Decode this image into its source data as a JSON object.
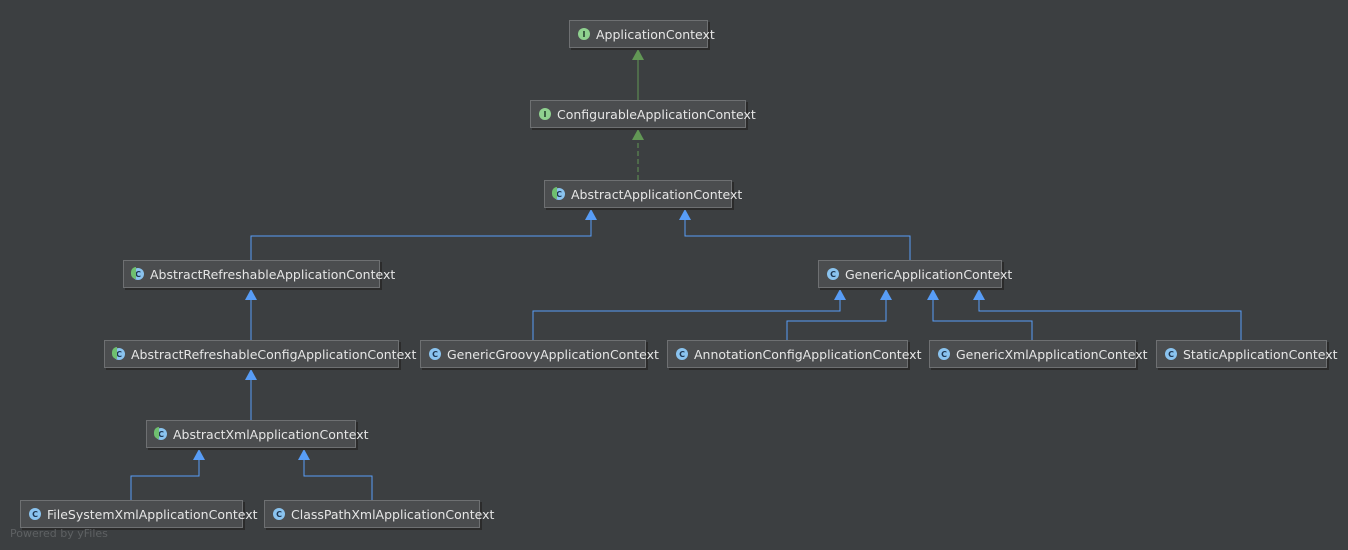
{
  "diagram": {
    "nodes": [
      {
        "id": "ApplicationContext",
        "label": "ApplicationContext",
        "kind": "interface"
      },
      {
        "id": "ConfigurableApplicationContext",
        "label": "ConfigurableApplicationContext",
        "kind": "interface"
      },
      {
        "id": "AbstractApplicationContext",
        "label": "AbstractApplicationContext",
        "kind": "abstract-class"
      },
      {
        "id": "AbstractRefreshableApplicationContext",
        "label": "AbstractRefreshableApplicationContext",
        "kind": "abstract-class"
      },
      {
        "id": "GenericApplicationContext",
        "label": "GenericApplicationContext",
        "kind": "class"
      },
      {
        "id": "AbstractRefreshableConfigApplicationContext",
        "label": "AbstractRefreshableConfigApplicationContext",
        "kind": "abstract-class"
      },
      {
        "id": "GenericGroovyApplicationContext",
        "label": "GenericGroovyApplicationContext",
        "kind": "class"
      },
      {
        "id": "AnnotationConfigApplicationContext",
        "label": "AnnotationConfigApplicationContext",
        "kind": "class"
      },
      {
        "id": "GenericXmlApplicationContext",
        "label": "GenericXmlApplicationContext",
        "kind": "class"
      },
      {
        "id": "StaticApplicationContext",
        "label": "StaticApplicationContext",
        "kind": "class"
      },
      {
        "id": "AbstractXmlApplicationContext",
        "label": "AbstractXmlApplicationContext",
        "kind": "abstract-class"
      },
      {
        "id": "FileSystemXmlApplicationContext",
        "label": "FileSystemXmlApplicationContext",
        "kind": "class"
      },
      {
        "id": "ClassPathXmlApplicationContext",
        "label": "ClassPathXmlApplicationContext",
        "kind": "class"
      }
    ],
    "edges": [
      {
        "from": "ConfigurableApplicationContext",
        "to": "ApplicationContext",
        "type": "extends-interface"
      },
      {
        "from": "AbstractApplicationContext",
        "to": "ConfigurableApplicationContext",
        "type": "implements"
      },
      {
        "from": "AbstractRefreshableApplicationContext",
        "to": "AbstractApplicationContext",
        "type": "extends"
      },
      {
        "from": "GenericApplicationContext",
        "to": "AbstractApplicationContext",
        "type": "extends"
      },
      {
        "from": "AbstractRefreshableConfigApplicationContext",
        "to": "AbstractRefreshableApplicationContext",
        "type": "extends"
      },
      {
        "from": "AbstractXmlApplicationContext",
        "to": "AbstractRefreshableConfigApplicationContext",
        "type": "extends"
      },
      {
        "from": "FileSystemXmlApplicationContext",
        "to": "AbstractXmlApplicationContext",
        "type": "extends"
      },
      {
        "from": "ClassPathXmlApplicationContext",
        "to": "AbstractXmlApplicationContext",
        "type": "extends"
      },
      {
        "from": "GenericGroovyApplicationContext",
        "to": "GenericApplicationContext",
        "type": "extends"
      },
      {
        "from": "AnnotationConfigApplicationContext",
        "to": "GenericApplicationContext",
        "type": "extends"
      },
      {
        "from": "GenericXmlApplicationContext",
        "to": "GenericApplicationContext",
        "type": "extends"
      },
      {
        "from": "StaticApplicationContext",
        "to": "GenericApplicationContext",
        "type": "extends"
      }
    ],
    "badges": {
      "interface": "I",
      "class": "C",
      "abstract-class": "C"
    },
    "colors": {
      "background": "#3c3f41",
      "interface_edge": "#629755",
      "class_edge": "#589df6"
    }
  },
  "watermark": "Powered by yFiles"
}
